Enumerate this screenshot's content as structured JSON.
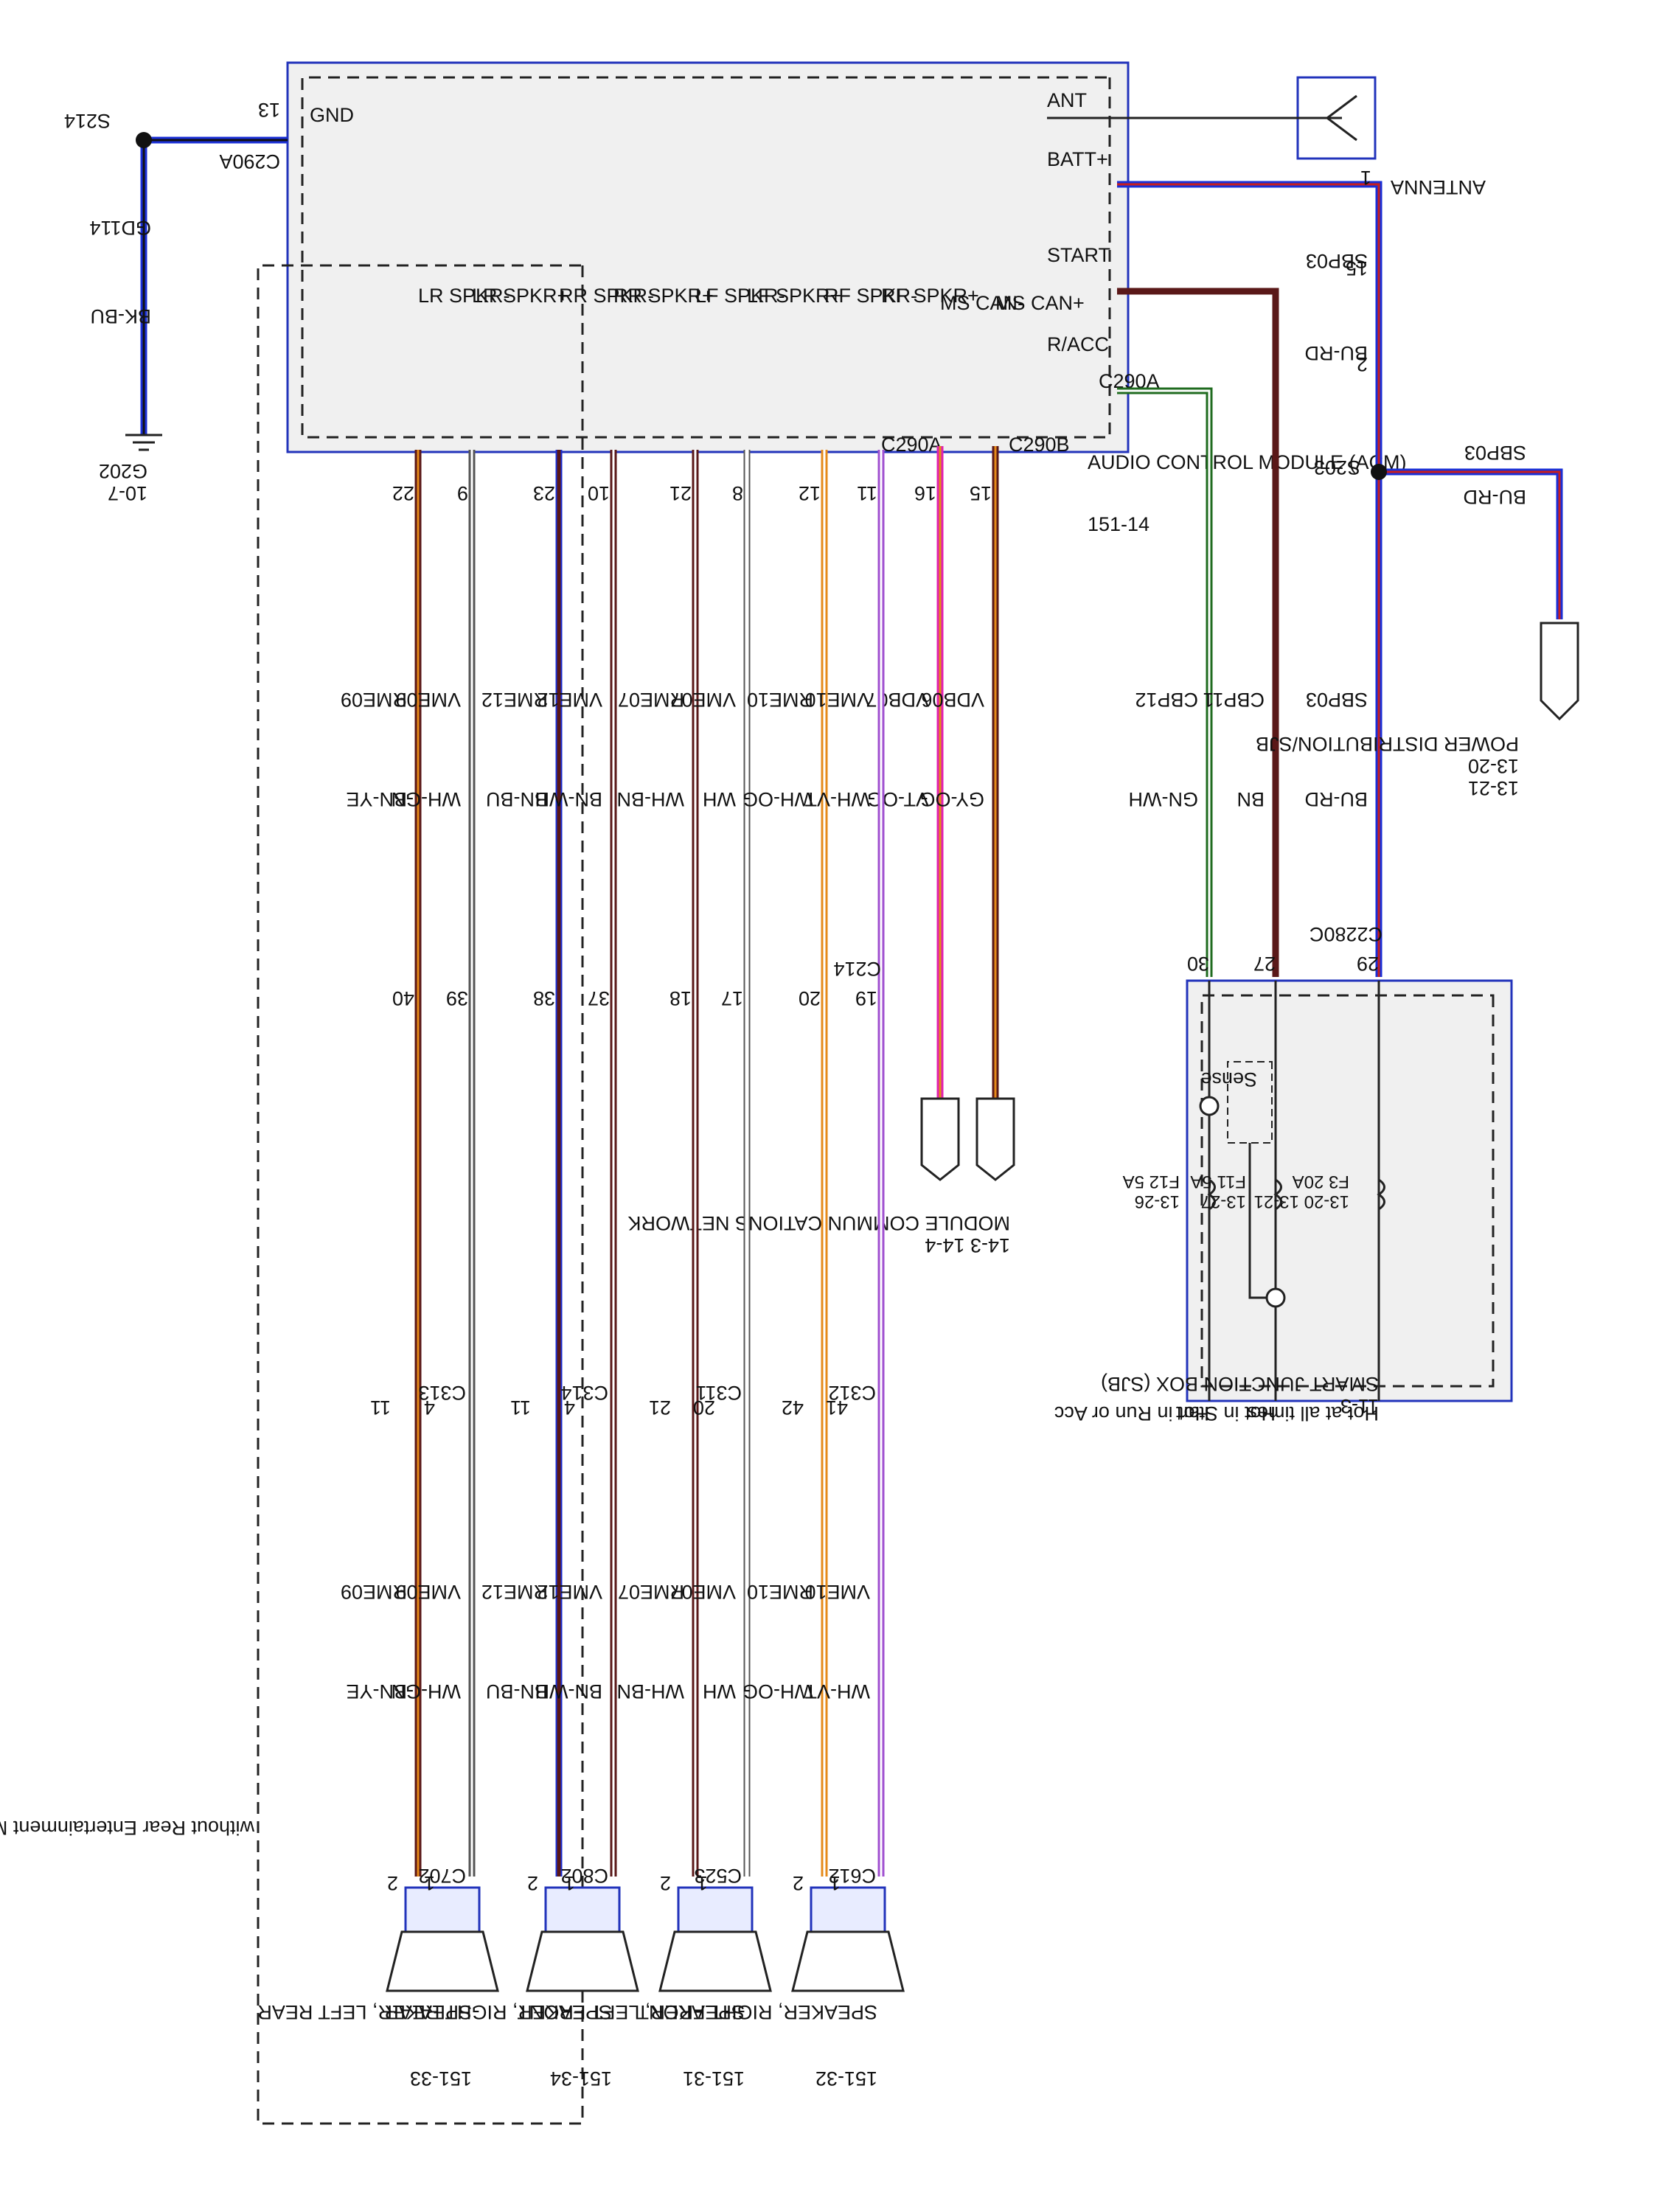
{
  "module": {
    "name": "AUDIO CONTROL MODULE (ACM)",
    "ref": "151-14",
    "pins": {
      "ant": "ANT",
      "batt": "BATT+",
      "start": "START",
      "racc": "R/ACC",
      "ms_can_p": "MS CAN+",
      "ms_can_m": "MS CAN-",
      "rf_p": "RF SPKR+",
      "rf_m": "RF SPKR-",
      "lf_p": "LF SPKR+",
      "lf_m": "LF SPKR-",
      "rr_p": "RR SPKR+",
      "rr_m": "RR SPKR-",
      "lr_p": "LR SPKR+",
      "lr_m": "LR SPKR-",
      "gnd": "GND"
    },
    "connector_a": "C290A",
    "connector_b": "C290B"
  },
  "ground": {
    "pin": "13",
    "splice": "S214",
    "circuit": "GD114",
    "color": "BK-BU",
    "point": "G202",
    "ref": "10-7",
    "connector": "C290A"
  },
  "antenna": {
    "label": "ANTENNA"
  },
  "power": {
    "batt": {
      "pin": "1",
      "circuit": "SBP03",
      "color": "BU-RD"
    },
    "start": {
      "pin": "15",
      "circuit": "CBP11",
      "color": "BN"
    },
    "racc": {
      "pin": "2",
      "circuit": "CBP12",
      "color": "GN-WH",
      "connector": "C290A"
    },
    "splice": "S203",
    "branch_circuit": "SBP03",
    "branch_color": "BU-RD",
    "pd": {
      "label": "POWER DISTRIBUTION/SJB",
      "ref1": "13-20",
      "ref2": "13-21"
    }
  },
  "sjb": {
    "title": "SMART JUNCTION BOX (SJB)",
    "ref": "11-3",
    "connector": "C2280C",
    "pins": {
      "batt": "29",
      "start": "27",
      "racc": "30"
    },
    "f3": {
      "label": "F3 20A",
      "ref": "13-20 13-21"
    },
    "f11": {
      "label": "F11 5A",
      "ref": "13-27"
    },
    "f12": {
      "label": "F12 5A",
      "ref": "13-26"
    },
    "sense": "Sense",
    "hot_all": "Hot at all times",
    "hot_start": "Hot in Start",
    "hot_run": "Hot in Run or Acc"
  },
  "can": {
    "pins": {
      "p": "15",
      "m": "16"
    },
    "circuits": {
      "p": "VDB06",
      "m": "VDB07"
    },
    "colors": {
      "p": "GY-OG",
      "m": "VT-OG"
    },
    "network": "MODULE COMMUNICATIONS NETWORK",
    "refs": "14-3 14-4"
  },
  "c214": "C214",
  "rf": {
    "acm_pins": [
      "11",
      "12"
    ],
    "c214_pins": [
      "19",
      "20"
    ],
    "conn": "C312",
    "conn_pins": [
      "41",
      "42"
    ],
    "spk_conn": "C612",
    "spk_pins": [
      "1",
      "2"
    ],
    "circuits": [
      "VME10",
      "RME10"
    ],
    "colors": [
      "WH-VT",
      "WH-OG"
    ],
    "speaker": "SPEAKER, RIGHT FRONT",
    "ref": "151-32"
  },
  "lf": {
    "acm_pins": [
      "8",
      "21"
    ],
    "c214_pins": [
      "17",
      "18"
    ],
    "conn": "C311",
    "conn_pins": [
      "20",
      "21"
    ],
    "spk_conn": "C523",
    "spk_pins": [
      "1",
      "2"
    ],
    "circuits": [
      "VME07",
      "RME07"
    ],
    "colors": [
      "WH",
      "WH-BN"
    ],
    "speaker": "SPEAKER, LEFT FRONT",
    "ref": "151-31"
  },
  "rr": {
    "acm_pins": [
      "10",
      "23"
    ],
    "c214_pins": [
      "37",
      "38"
    ],
    "conn": "C314",
    "conn_pins": [
      "4",
      "11"
    ],
    "spk_conn": "C802",
    "spk_pins": [
      "1",
      "2"
    ],
    "circuits": [
      "VME12",
      "RME12"
    ],
    "colors": [
      "BN-WH",
      "BN-BU"
    ],
    "speaker": "SPEAKER, RIGHT REAR",
    "ref": "151-34"
  },
  "lr": {
    "acm_pins": [
      "9",
      "22"
    ],
    "c214_pins": [
      "39",
      "40"
    ],
    "conn": "C313",
    "conn_pins": [
      "4",
      "11"
    ],
    "spk_conn": "C702",
    "spk_pins": [
      "1",
      "2"
    ],
    "circuits": [
      "VME09",
      "RME09"
    ],
    "colors": [
      "WH-GN",
      "BN-YE"
    ],
    "speaker": "SPEAKER, LEFT REAR",
    "ref": "151-33"
  },
  "rear_note": "without Rear Entertainment Module",
  "colors": {
    "box_border": "#2233bb",
    "box_fill": "#f0f0f0",
    "blue": "#1a2fd6",
    "red": "#c81e1e",
    "brown": "#5a1818",
    "green": "#1f6b1f",
    "magenta": "#e020b0",
    "orange": "#e58a1a",
    "violet": "#a050d0",
    "white": "#ffffff",
    "black": "#111111"
  }
}
